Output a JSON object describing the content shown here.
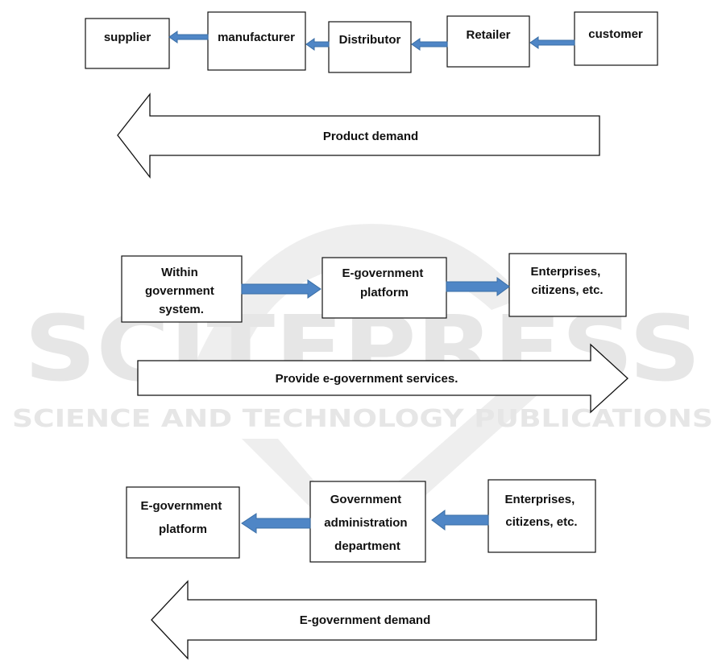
{
  "colors": {
    "connector_fill": "#4f86c6",
    "connector_stroke": "#3a6ea5",
    "box_stroke": "#111111",
    "watermark": "#e2e2e2"
  },
  "watermark": {
    "title": "SCITEPRESS",
    "subtitle": "SCIENCE AND TECHNOLOGY PUBLICATIONS"
  },
  "section1": {
    "boxes": [
      "supplier",
      "manufacturer",
      "Distributor",
      "Retailer",
      "customer"
    ],
    "connector_direction": "left",
    "big_arrow": {
      "label": "Product demand",
      "direction": "left"
    }
  },
  "section2": {
    "boxes": [
      [
        "Within",
        "government",
        "system."
      ],
      [
        "E-government",
        "platform"
      ],
      [
        "Enterprises,",
        "citizens, etc."
      ]
    ],
    "connector_direction": "right",
    "big_arrow": {
      "label": "Provide e-government services.",
      "direction": "right"
    }
  },
  "section3": {
    "boxes": [
      [
        "E-government",
        "platform"
      ],
      [
        "Government",
        "administration",
        "department"
      ],
      [
        "Enterprises,",
        "citizens, etc."
      ]
    ],
    "connector_direction": "left",
    "big_arrow": {
      "label": "E-government demand",
      "direction": "left"
    }
  }
}
